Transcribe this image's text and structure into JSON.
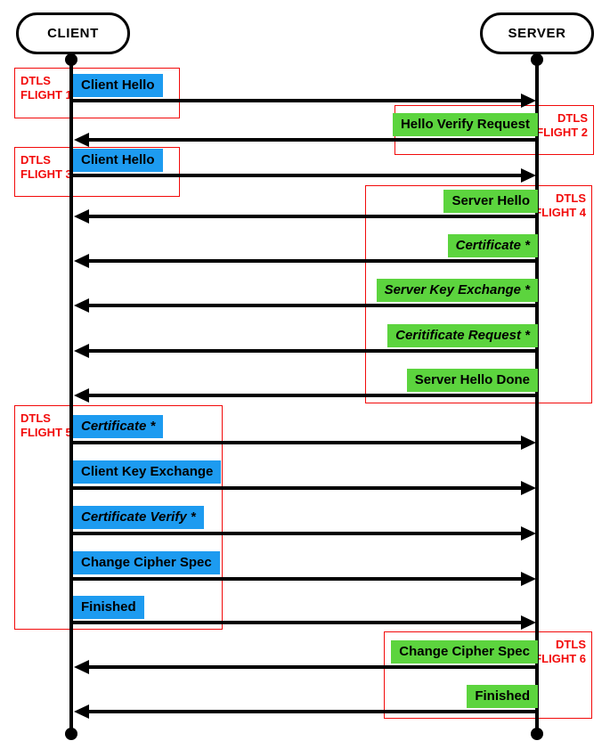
{
  "actors": {
    "client": "CLIENT",
    "server": "SERVER"
  },
  "colors": {
    "client_message_bg": "#1d9bf0",
    "server_message_bg": "#5cd43e",
    "flight_red": "#f20a0a",
    "line_black": "#000000"
  },
  "flights": [
    {
      "label": "DTLS FLIGHT 1"
    },
    {
      "label": "DTLS FLIGHT 2"
    },
    {
      "label": "DTLS FLIGHT 3"
    },
    {
      "label": "DTLS FLIGHT 4"
    },
    {
      "label": "DTLS FLIGHT 5"
    },
    {
      "label": "DTLS FLIGHT 6"
    }
  ],
  "messages": [
    {
      "label": "Client Hello",
      "from": "client",
      "to": "server",
      "emphasis": "normal"
    },
    {
      "label": "Hello Verify Request",
      "from": "server",
      "to": "client",
      "emphasis": "normal"
    },
    {
      "label": "Client Hello",
      "from": "client",
      "to": "server",
      "emphasis": "normal"
    },
    {
      "label": "Server Hello",
      "from": "server",
      "to": "client",
      "emphasis": "normal"
    },
    {
      "label": "Certificate *",
      "from": "server",
      "to": "client",
      "emphasis": "italic"
    },
    {
      "label": "Server Key Exchange *",
      "from": "server",
      "to": "client",
      "emphasis": "italic"
    },
    {
      "label": "Ceritificate Request *",
      "from": "server",
      "to": "client",
      "emphasis": "italic"
    },
    {
      "label": "Server Hello Done",
      "from": "server",
      "to": "client",
      "emphasis": "normal"
    },
    {
      "label": "Certificate *",
      "from": "client",
      "to": "server",
      "emphasis": "italic"
    },
    {
      "label": "Client Key Exchange",
      "from": "client",
      "to": "server",
      "emphasis": "normal"
    },
    {
      "label": "Certificate Verify *",
      "from": "client",
      "to": "server",
      "emphasis": "italic"
    },
    {
      "label": "Change Cipher Spec",
      "from": "client",
      "to": "server",
      "emphasis": "normal"
    },
    {
      "label": "Finished",
      "from": "client",
      "to": "server",
      "emphasis": "normal"
    },
    {
      "label": "Change Cipher Spec",
      "from": "server",
      "to": "client",
      "emphasis": "normal"
    },
    {
      "label": "Finished",
      "from": "server",
      "to": "client",
      "emphasis": "normal"
    }
  ]
}
